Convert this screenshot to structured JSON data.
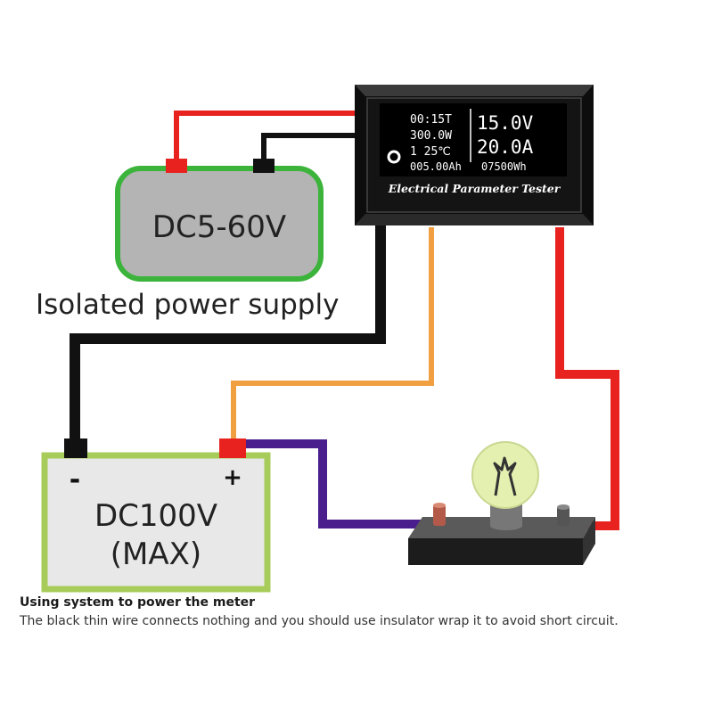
{
  "power_supply": {
    "voltage_label": "DC5-60V",
    "caption": "Isolated power supply"
  },
  "meter": {
    "display": {
      "time": "00:15T",
      "power": "300.0W",
      "line3": "1  25℃",
      "capacity": "005.00Ah",
      "voltage": "15.0V",
      "current": "20.0A",
      "energy": "07500Wh"
    },
    "name": "Electrical Parameter Tester"
  },
  "battery": {
    "voltage_label": "DC100V",
    "max_label": "(MAX)",
    "negative_symbol": "-",
    "positive_symbol": "+"
  },
  "caption": {
    "title": "Using system to power the meter",
    "body": "The black thin wire connects nothing and you should use insulator wrap it to avoid short circuit."
  },
  "colors": {
    "power_supply_body": "#b4b4b4",
    "power_supply_border": "#3cb43c",
    "battery_body": "#e8e8e8",
    "battery_border": "#a8cc5a",
    "wire_red": "#e8231f",
    "wire_black": "#111111",
    "wire_orange": "#f0a040",
    "wire_purple": "#4a1e8c",
    "meter_case": "#1a1a1a",
    "bulb_glass": "#e4f0b0"
  }
}
